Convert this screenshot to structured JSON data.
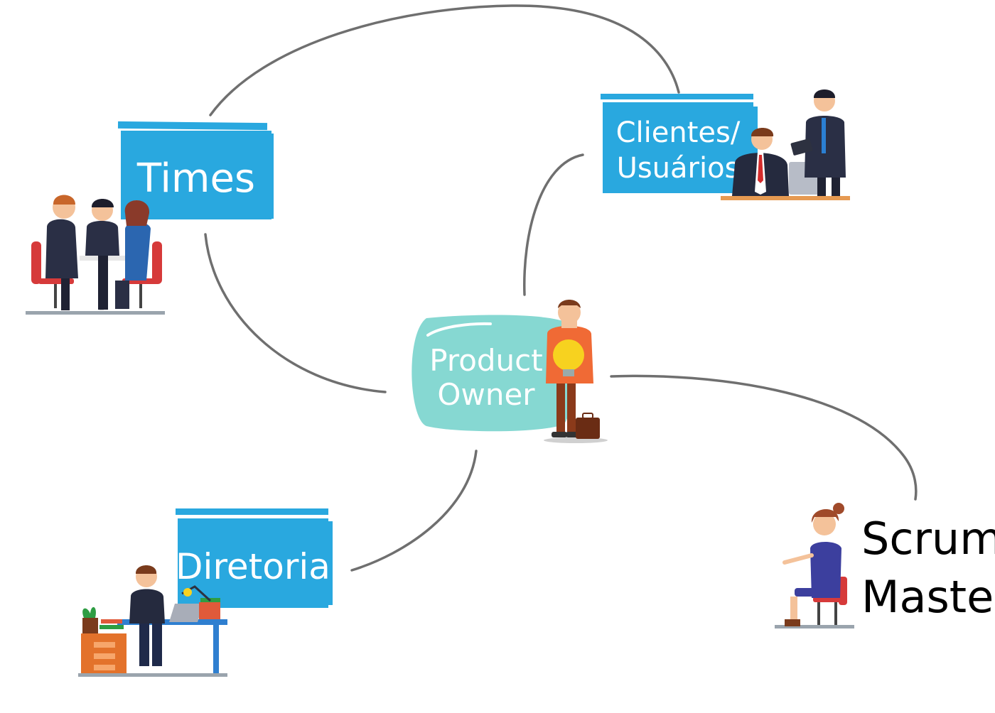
{
  "diagram": {
    "center": {
      "lines": [
        "Product",
        "Owner"
      ]
    },
    "nodes": {
      "times": {
        "label": "Times"
      },
      "clientes": {
        "lines": [
          "Clientes/",
          "Usuários"
        ]
      },
      "diretoria": {
        "label": "Diretoria"
      },
      "scrum_master": {
        "lines": [
          "Scrum",
          "Master"
        ]
      }
    }
  },
  "colors": {
    "label_box_blue": "#29a8df",
    "center_bubble": "#86d8d2",
    "connector": "#6f6f6f"
  },
  "icons": [
    "team-meeting-illustration",
    "business-clients-illustration",
    "product-owner-with-lightbulb-illustration",
    "executive-at-desk-illustration",
    "scrum-master-seated-illustration"
  ]
}
